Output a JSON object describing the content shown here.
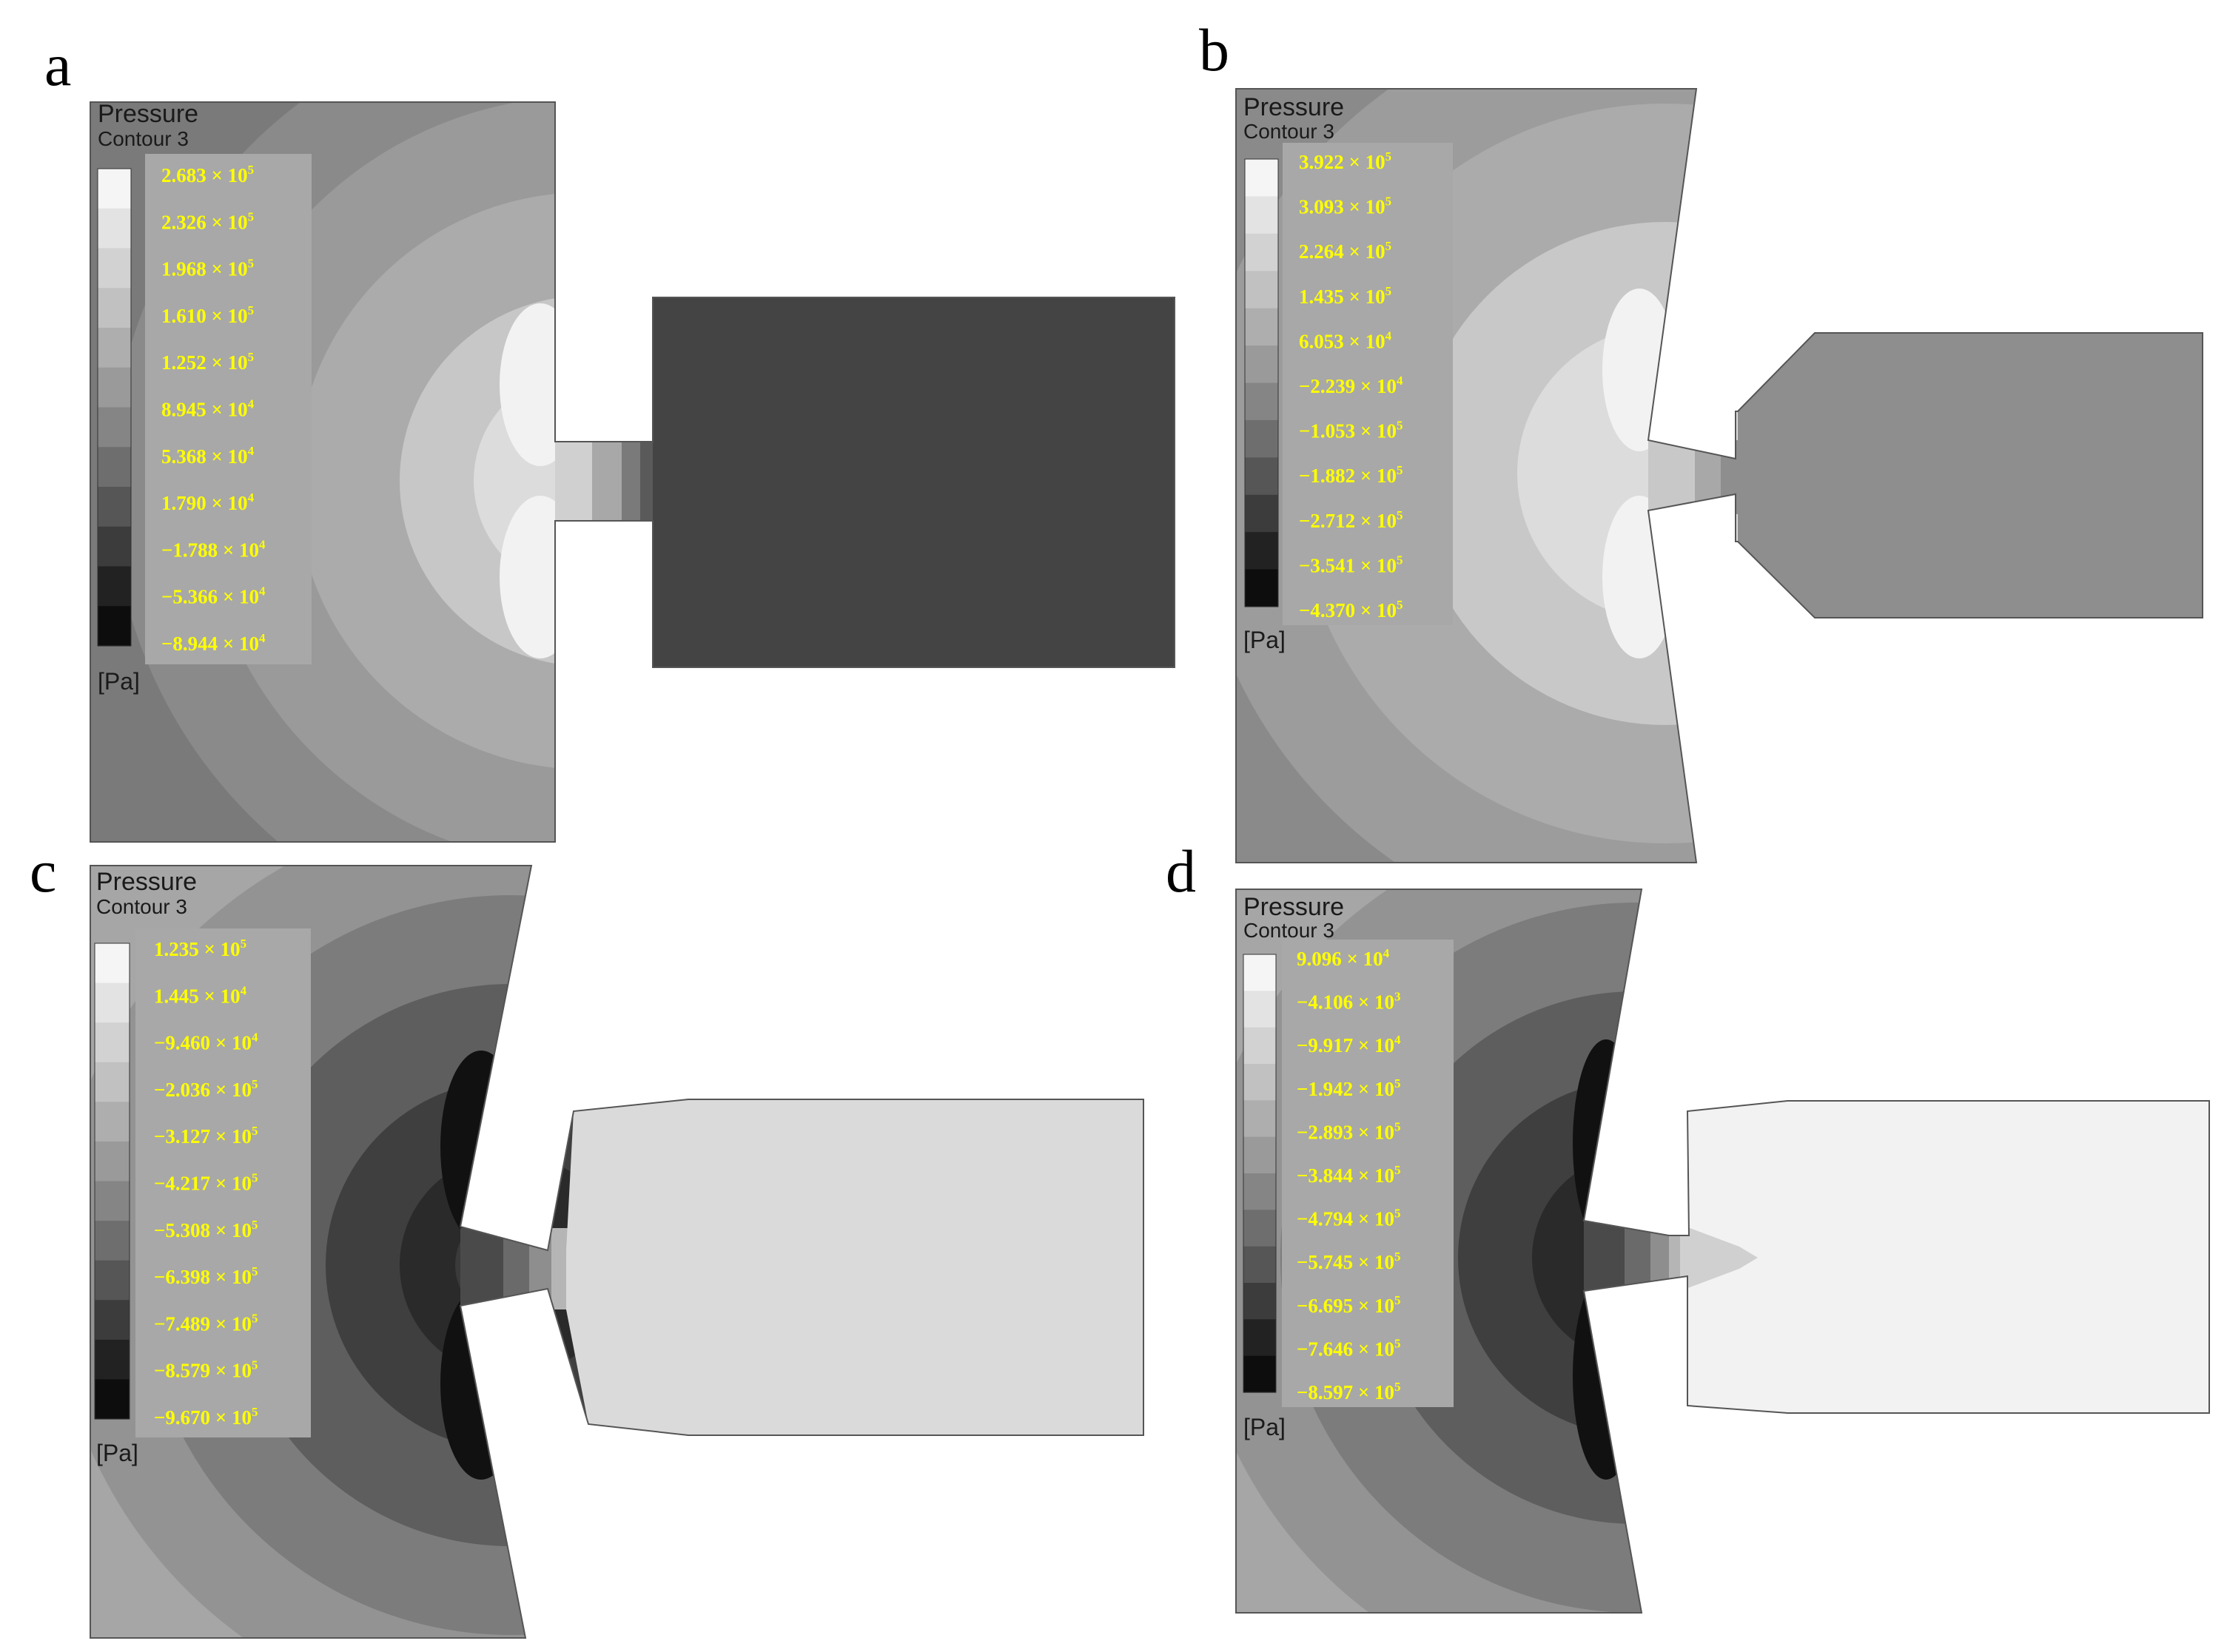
{
  "colors": {
    "label": "#ffff00",
    "panel_box": "#a8a8a8",
    "background": "#ffffff"
  },
  "panels": [
    {
      "letter": "a",
      "legend_title": "Pressure",
      "legend_subtitle": "Contour 3",
      "unit": "[Pa]",
      "labels": [
        {
          "m": "2.683",
          "e": "5"
        },
        {
          "m": "2.326",
          "e": "5"
        },
        {
          "m": "1.968",
          "e": "5"
        },
        {
          "m": "1.610",
          "e": "5"
        },
        {
          "m": "1.252",
          "e": "5"
        },
        {
          "m": "8.945",
          "e": "4"
        },
        {
          "m": "5.368",
          "e": "4"
        },
        {
          "m": "1.790",
          "e": "4"
        },
        {
          "m": "−1.788",
          "e": "4"
        },
        {
          "m": "−5.366",
          "e": "4"
        },
        {
          "m": "−8.944",
          "e": "4"
        }
      ]
    },
    {
      "letter": "b",
      "legend_title": "Pressure",
      "legend_subtitle": "Contour 3",
      "unit": "[Pa]",
      "labels": [
        {
          "m": "3.922",
          "e": "5"
        },
        {
          "m": "3.093",
          "e": "5"
        },
        {
          "m": "2.264",
          "e": "5"
        },
        {
          "m": "1.435",
          "e": "5"
        },
        {
          "m": "6.053",
          "e": "4"
        },
        {
          "m": "−2.239",
          "e": "4"
        },
        {
          "m": "−1.053",
          "e": "5"
        },
        {
          "m": "−1.882",
          "e": "5"
        },
        {
          "m": "−2.712",
          "e": "5"
        },
        {
          "m": "−3.541",
          "e": "5"
        },
        {
          "m": "−4.370",
          "e": "5"
        }
      ]
    },
    {
      "letter": "c",
      "legend_title": "Pressure",
      "legend_subtitle": "Contour 3",
      "unit": "[Pa]",
      "labels": [
        {
          "m": "1.235",
          "e": "5"
        },
        {
          "m": "1.445",
          "e": "4"
        },
        {
          "m": "−9.460",
          "e": "4"
        },
        {
          "m": "−2.036",
          "e": "5"
        },
        {
          "m": "−3.127",
          "e": "5"
        },
        {
          "m": "−4.217",
          "e": "5"
        },
        {
          "m": "−5.308",
          "e": "5"
        },
        {
          "m": "−6.398",
          "e": "5"
        },
        {
          "m": "−7.489",
          "e": "5"
        },
        {
          "m": "−8.579",
          "e": "5"
        },
        {
          "m": "−9.670",
          "e": "5"
        }
      ]
    },
    {
      "letter": "d",
      "legend_title": "Pressure",
      "legend_subtitle": "Contour 3",
      "unit": "[Pa]",
      "labels": [
        {
          "m": "9.096",
          "e": "4"
        },
        {
          "m": "−4.106",
          "e": "3"
        },
        {
          "m": "−9.917",
          "e": "4"
        },
        {
          "m": "−1.942",
          "e": "5"
        },
        {
          "m": "−2.893",
          "e": "5"
        },
        {
          "m": "−3.844",
          "e": "5"
        },
        {
          "m": "−4.794",
          "e": "5"
        },
        {
          "m": "−5.745",
          "e": "5"
        },
        {
          "m": "−6.695",
          "e": "5"
        },
        {
          "m": "−7.646",
          "e": "5"
        },
        {
          "m": "−8.597",
          "e": "5"
        }
      ]
    }
  ]
}
